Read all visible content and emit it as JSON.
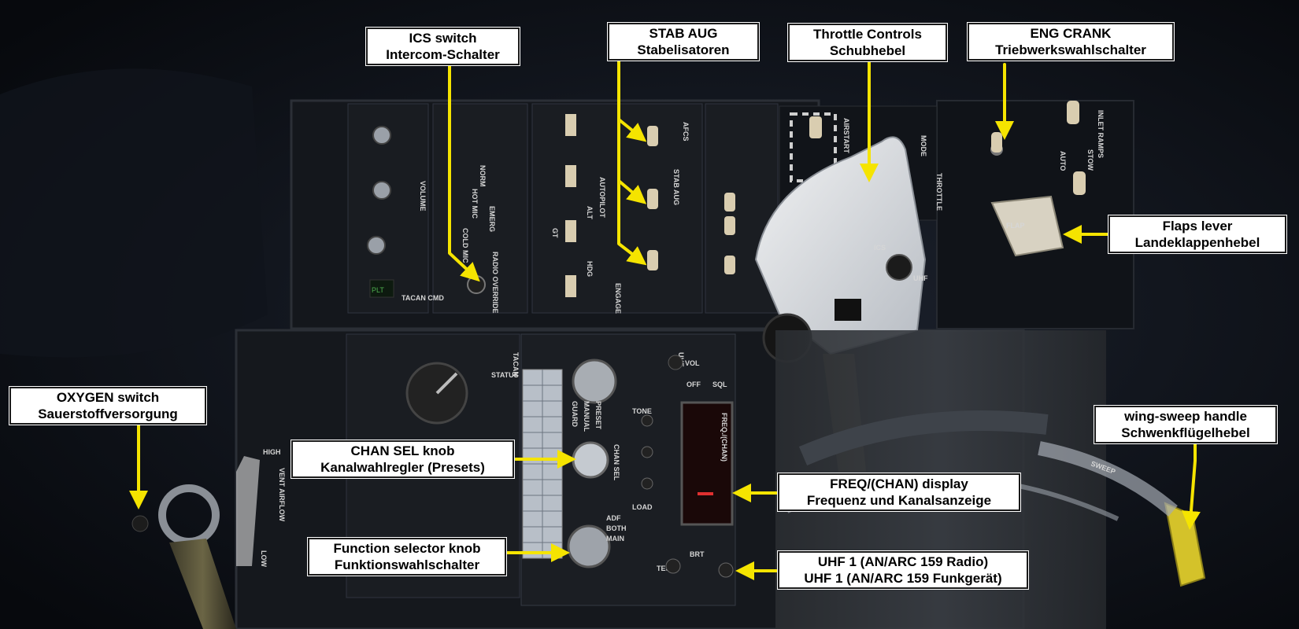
{
  "callouts": {
    "ics": {
      "line1": "ICS switch",
      "line2": "Intercom-Schalter"
    },
    "stab_aug": {
      "line1": "STAB AUG",
      "line2": "Stabelisatoren"
    },
    "throttle": {
      "line1": "Throttle Controls",
      "line2": "Schubhebel"
    },
    "eng_crank": {
      "line1": "ENG CRANK",
      "line2": "Triebwerkswahlschalter"
    },
    "flaps": {
      "line1": "Flaps lever",
      "line2": "Landeklappenhebel"
    },
    "oxygen": {
      "line1": "OXYGEN switch",
      "line2": "Sauerstoffversorgung"
    },
    "wing_sweep": {
      "line1": "wing-sweep handle",
      "line2": "Schwenkflügelhebel"
    },
    "chan_sel": {
      "line1": "CHAN SEL knob",
      "line2": "Kanalwahlregler (Presets)"
    },
    "freq_display": {
      "line1": "FREQ/(CHAN) display",
      "line2": "Frequenz und Kanalsanzeige"
    },
    "function_sel": {
      "line1": "Function selector knob",
      "line2": "Funktionswahlschalter"
    },
    "uhf1": {
      "line1": "UHF 1 (AN/ARC 159 Radio)",
      "line2": "UHF 1 (AN/ARC 159 Funkgerät)"
    }
  },
  "panel_labels": {
    "volume": "VOLUME",
    "tacan_cmd": "TACAN CMD",
    "plt": "PLT",
    "vent_airflow": "VENT AIRFLOW",
    "high": "HIGH",
    "low": "LOW",
    "uhf": "UHF",
    "vol": "VOL",
    "sql": "SQL",
    "off": "OFF",
    "tone": "TONE",
    "load": "LOAD",
    "test": "TEST",
    "brt": "BRT",
    "guard": "GUARD",
    "manual": "MANUAL",
    "preset": "PRESET",
    "chan_sel": "CHAN SEL",
    "adf": "ADF",
    "both": "BOTH",
    "main": "MAIN",
    "freq_chan": "FREQ./(CHAN)",
    "throttle": "THROTTLE",
    "mode": "MODE",
    "inlet_ramps": "INLET RAMPS",
    "stow": "STOW",
    "auto": "AUTO",
    "afcs": "AFCS",
    "stab_aug": "STAB AUG",
    "autopilot": "AUTOPILOT",
    "airstart": "AIRSTART",
    "ics_grip": "ICS",
    "uhf_grip": "UHF",
    "flap": "FLAP",
    "engage": "ENGAGE",
    "status": "STATUS",
    "alt": "ALT",
    "hdg": "HDG",
    "gt": "GT",
    "norm": "NORM",
    "emerg": "EMERG",
    "radio_override": "RADIO OVERRIDE",
    "cold_mic": "COLD MIC",
    "hot_mic": "HOT MIC",
    "tacan": "TACAN",
    "sweep": "SWEEP"
  },
  "colors": {
    "callout_line": "#f5e400",
    "callout_bg": "#ffffff",
    "uhf_readout": "#e03030"
  }
}
